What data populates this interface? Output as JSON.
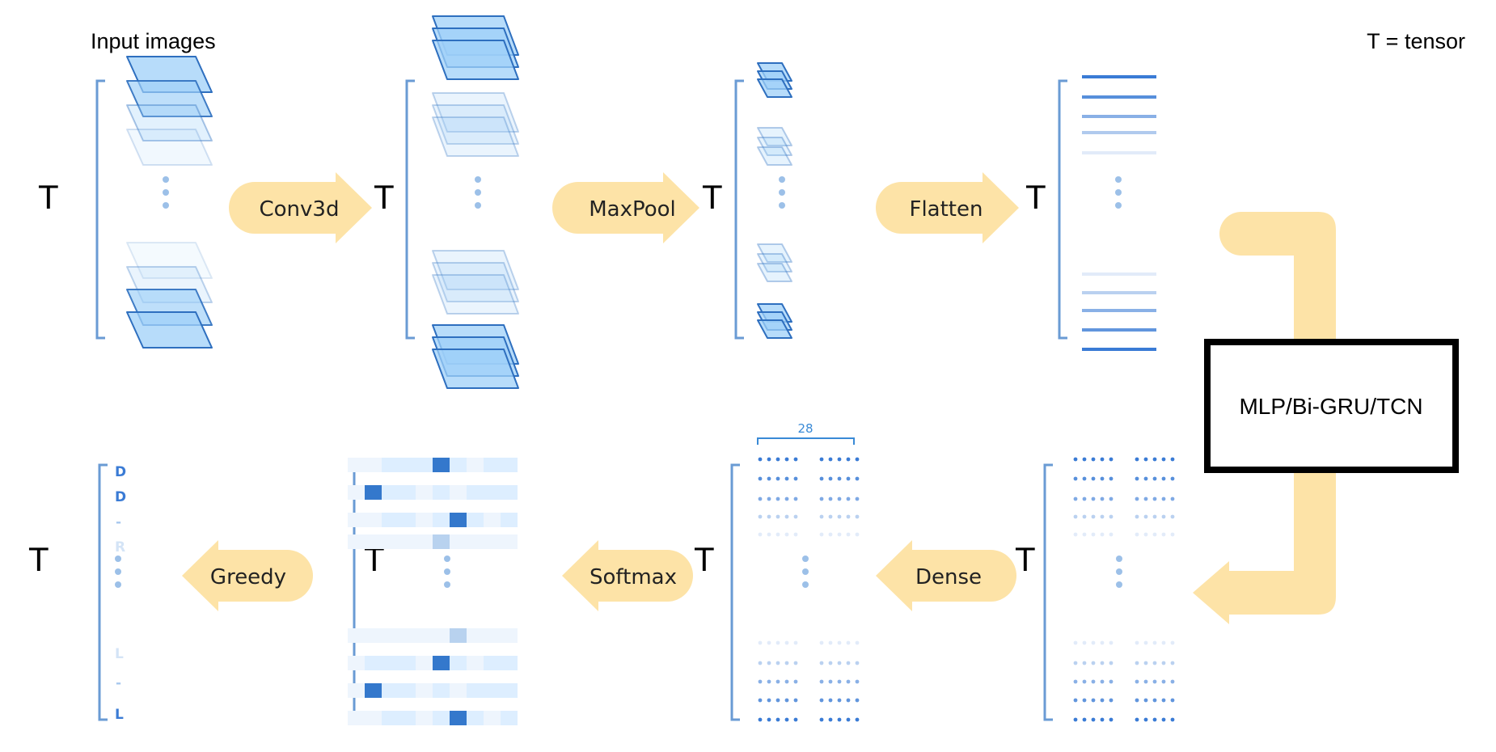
{
  "labels": {
    "input_images": "Input images",
    "legend": "T = tensor",
    "tensor_symbol": "T",
    "width_28": "28",
    "model_box": "MLP/Bi-GRU/TCN"
  },
  "operations": {
    "conv3d": "Conv3d",
    "maxpool": "MaxPool",
    "flatten": "Flatten",
    "dense": "Dense",
    "softmax": "Softmax",
    "greedy": "Greedy"
  },
  "output_letters": [
    "D",
    "D",
    "-",
    "R",
    "L",
    "-",
    "L"
  ],
  "colors": {
    "bracket": "#6a9bd4",
    "frame_fill": "#9fd0f8",
    "frame_stroke": "#2e6fbf",
    "arrow": "#fde3a7",
    "accent": "#3a7bd5"
  }
}
